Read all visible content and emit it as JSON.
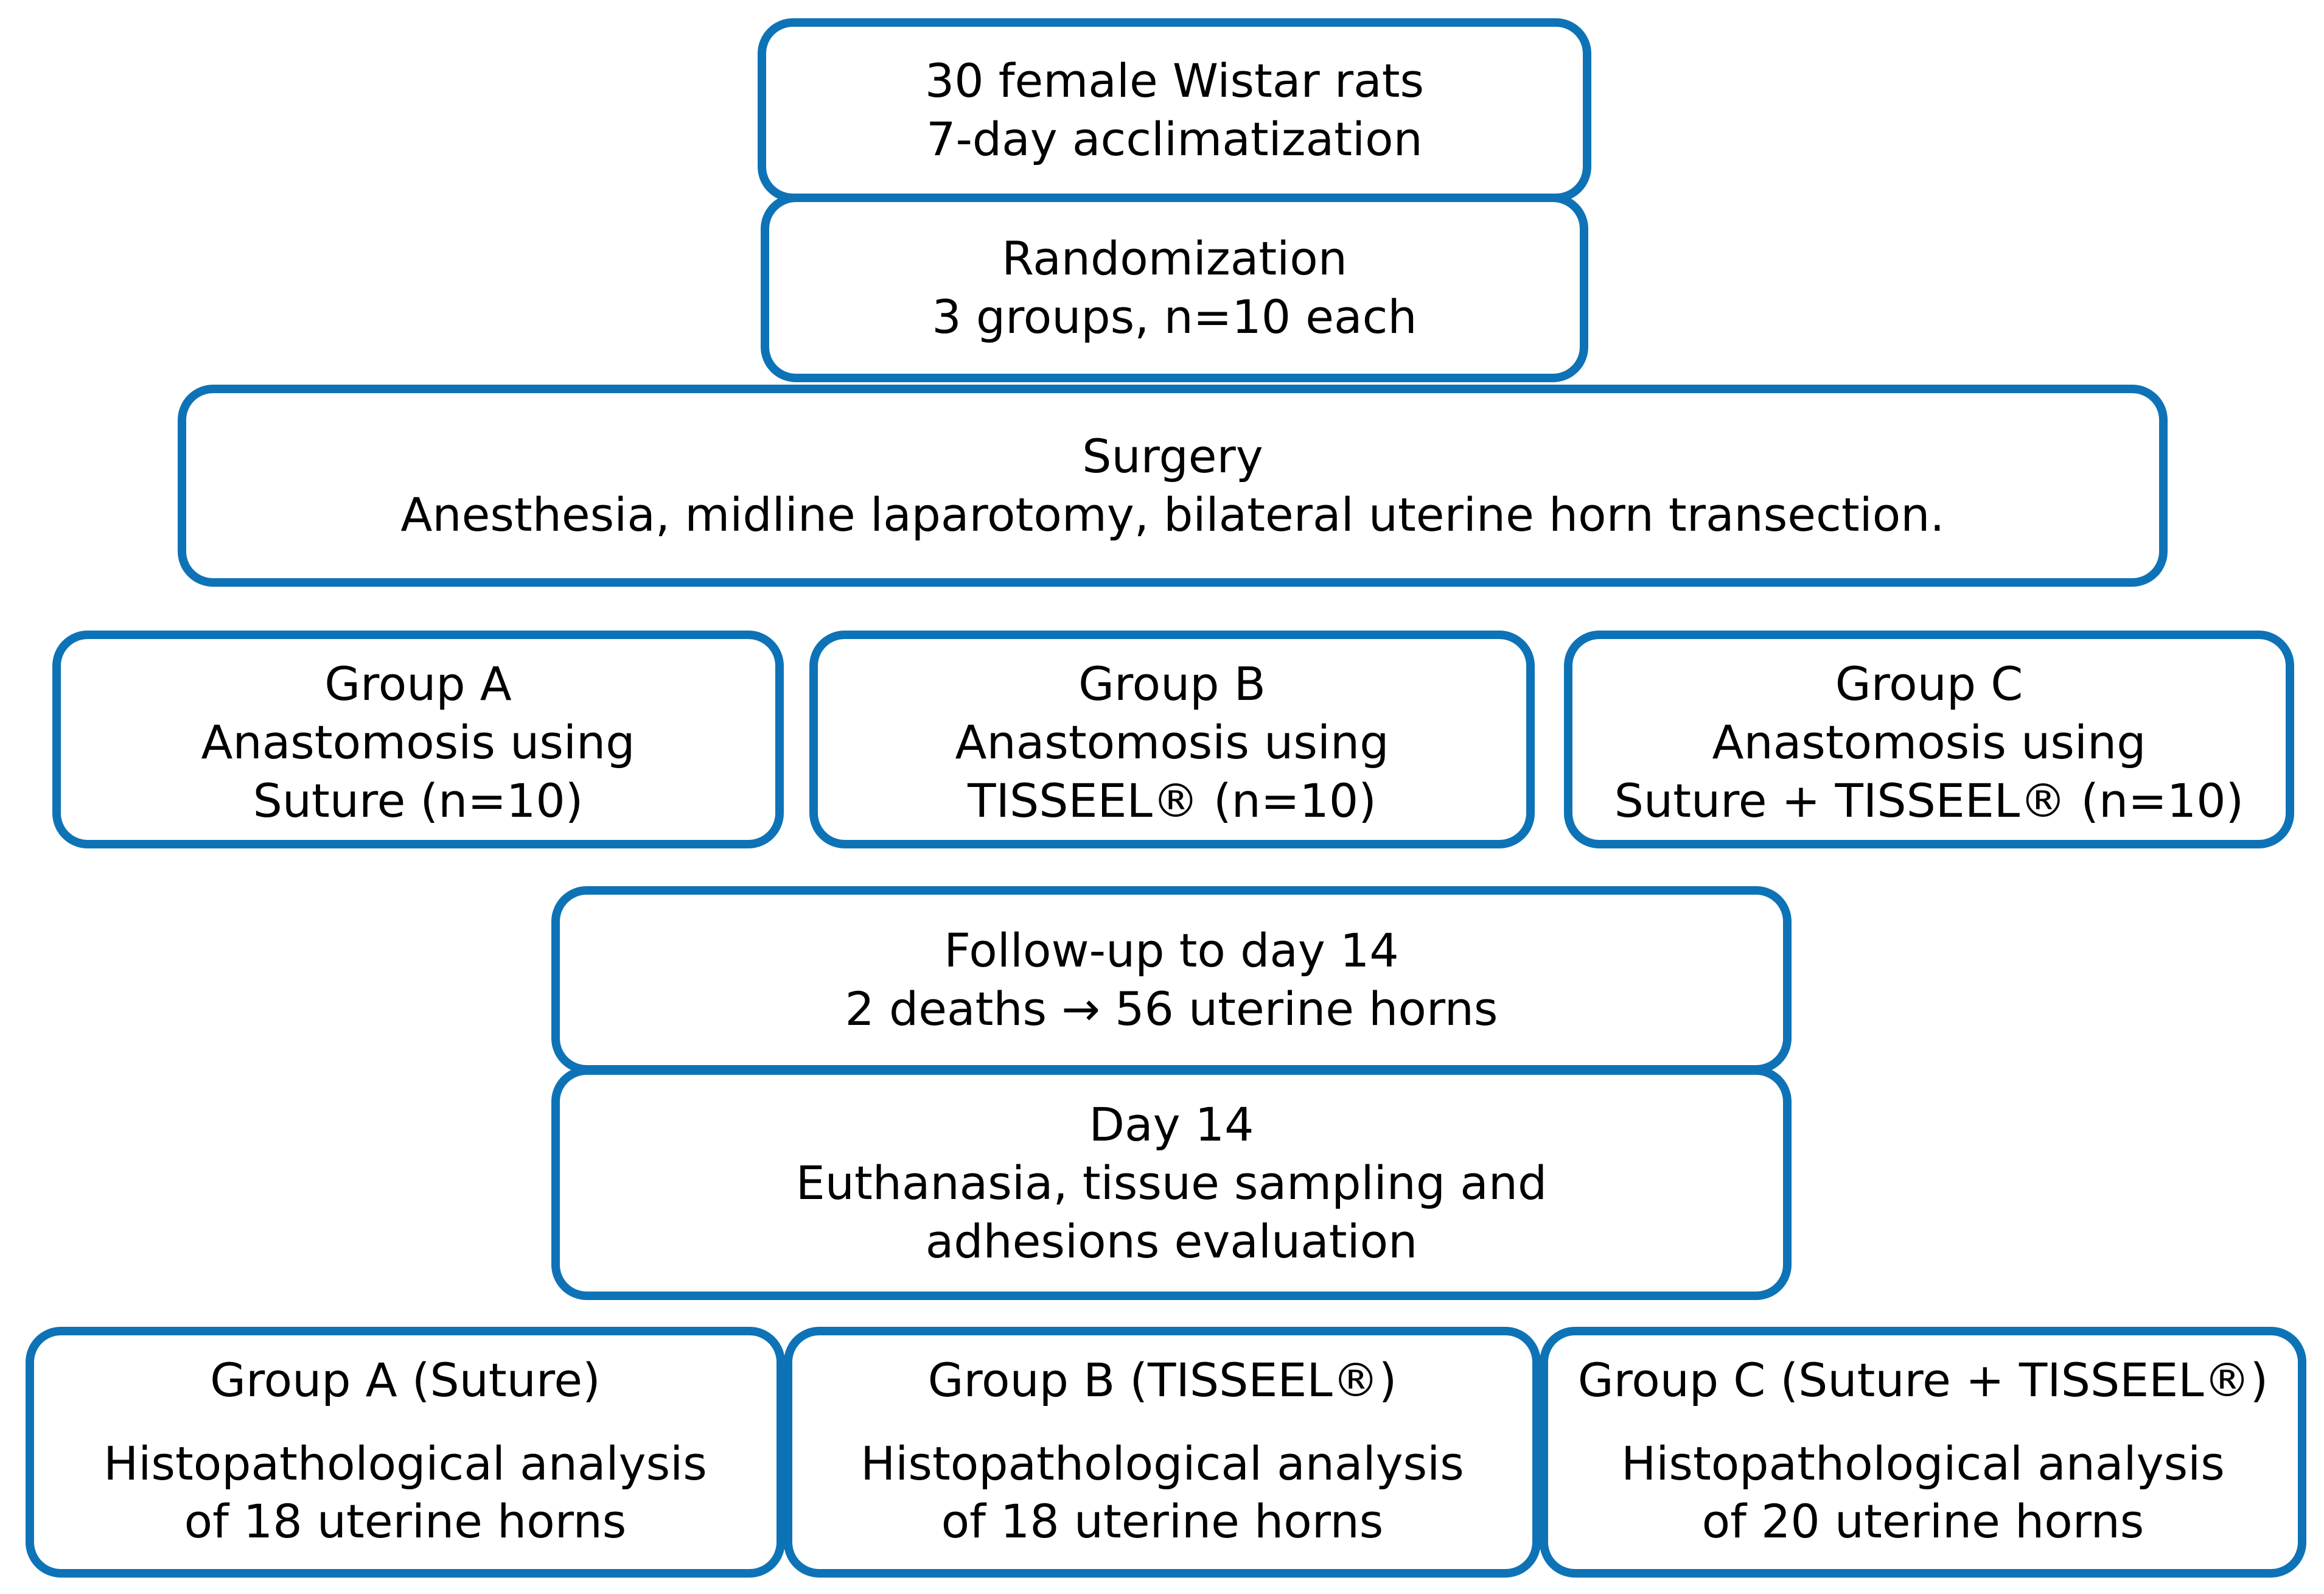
{
  "colors": {
    "accent": "#0e73b6",
    "box_fill": "#ffffff",
    "text": "#000000"
  },
  "flow": {
    "acclimatization": {
      "line1": "30 female Wistar rats",
      "line2": "7-day acclimatization"
    },
    "randomization": {
      "line1": "Randomization",
      "line2": "3 groups, n=10 each"
    },
    "surgery": {
      "line1": "Surgery",
      "line2": "Anesthesia, midline laparotomy, bilateral uterine horn transection."
    },
    "group_a": {
      "title": "Group A",
      "line1": "Anastomosis using",
      "line2": "Suture (n=10)"
    },
    "group_b": {
      "title": "Group B",
      "line1": "Anastomosis using",
      "line2": "TISSEEL® (n=10)"
    },
    "group_c": {
      "title": "Group C",
      "line1": "Anastomosis using",
      "line2": "Suture + TISSEEL® (n=10)"
    },
    "followup": {
      "line1": "Follow-up to day 14",
      "line2": "2 deaths → 56 uterine horns"
    },
    "day14": {
      "line1": "Day 14",
      "line2": "Euthanasia, tissue sampling and",
      "line3": "adhesions evaluation"
    },
    "hist_a": {
      "title": "Group A (Suture)",
      "line1": "Histopathological analysis",
      "line2": "of 18 uterine horns"
    },
    "hist_b": {
      "title": "Group B (TISSEEL®)",
      "line1": "Histopathological analysis",
      "line2": "of 18 uterine horns"
    },
    "hist_c": {
      "title": "Group C (Suture + TISSEEL®)",
      "line1": "Histopathological analysis",
      "line2": "of 20 uterine horns"
    }
  }
}
